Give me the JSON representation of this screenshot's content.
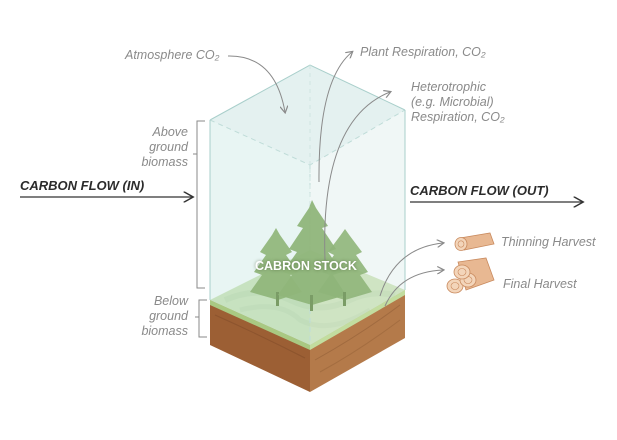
{
  "labels": {
    "atmosphere": "Atmosphere CO₂",
    "plant_respiration": "Plant Respiration, CO₂",
    "heterotrophic": [
      "Heterotrophic",
      "(e.g. Microbial)",
      "Respiration, CO₂"
    ],
    "above_ground": [
      "Above",
      "ground",
      "biomass"
    ],
    "below_ground": [
      "Below",
      "ground",
      "biomass"
    ],
    "carbon_flow_in": "CARBON FLOW (IN)",
    "carbon_flow_out": "CARBON FLOW (OUT)",
    "carbon_stock": "CABRON STOCK",
    "thinning_harvest": "Thinning Harvest",
    "final_harvest": "Final Harvest"
  },
  "colors": {
    "glass": "#d6ece9",
    "glass_edge": "#a9cfcb",
    "grass": "#b5d48f",
    "grass_dark": "#9cc27a",
    "soil_front": "#9c5f34",
    "soil_side": "#b47a4a",
    "tree": "#8fb57a",
    "wood": "#d9a27a",
    "arrow": "#8a8a8a",
    "flow_arrow": "#333333"
  },
  "icons": [
    "log-icon",
    "log-pile-icon",
    "tree-icon"
  ]
}
